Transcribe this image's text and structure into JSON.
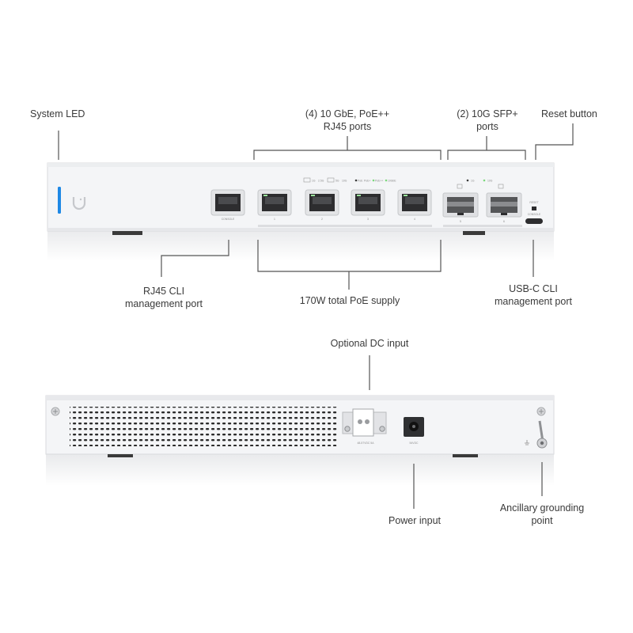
{
  "labels": {
    "system_led": "System LED",
    "poe_ports": [
      "(4) 10 GbE, PoE++",
      "RJ45 ports"
    ],
    "sfp_ports": [
      "(2) 10G SFP+",
      "ports"
    ],
    "reset_button": "Reset button",
    "rj45_cli": [
      "RJ45 CLI",
      "management port"
    ],
    "poe_supply": "170W total PoE supply",
    "usbc_cli": [
      "USB-C CLI",
      "management port"
    ],
    "dc_input": "Optional DC input",
    "power_input": "Power input",
    "grounding": [
      "Ancillary grounding",
      "point"
    ]
  },
  "front_panel": {
    "mgmt_port_label": "CONSOLE",
    "port_numbers": [
      "1",
      "2",
      "3",
      "4"
    ],
    "sfp_numbers": [
      "5",
      "6"
    ],
    "poe_legend": [
      "1G",
      "2.5G",
      "5G",
      "10G",
      "PoE",
      "PoE+",
      "PoE++",
      "10GbE"
    ],
    "sfp_legend": [
      "1G",
      "10G"
    ],
    "reset_text": "RESET",
    "console_text": "CONSOLE"
  },
  "rear_panel": {
    "dc_text": "48-57VDC 5A",
    "power_text": "54VDC"
  },
  "colors": {
    "led": "#1e88e5",
    "chassis": "#f3f4f6",
    "text": "#3a3a3a"
  }
}
